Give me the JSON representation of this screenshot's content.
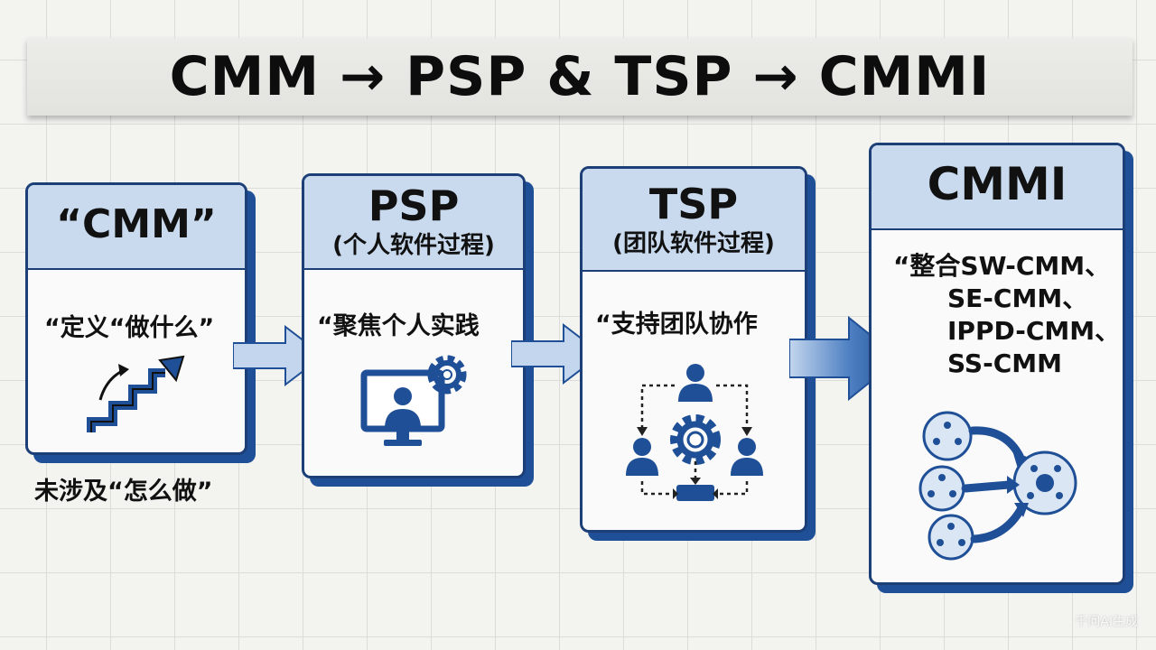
{
  "title": "CMM → PSP & TSP → CMMI",
  "cards": [
    {
      "heading": "“CMM”",
      "subheading": "",
      "text": "“定义“做什么”"
    },
    {
      "heading": "PSP",
      "subheading": "(个人软件过程)",
      "text": "“聚焦个人实践"
    },
    {
      "heading": "TSP",
      "subheading": "(团队软件过程)",
      "text": "“支持团队协作"
    },
    {
      "heading": "CMMI",
      "subheading": "",
      "lines": [
        "“整合SW-CMM、",
        "SE-CMM、",
        "IPPD-CMM、",
        "SS-CMM"
      ]
    }
  ],
  "note": "未涉及“怎么做”",
  "watermark": "千问AI生成",
  "colors": {
    "accent": "#1f4f96",
    "header_fill": "#c9daef",
    "arrow_light": "#c4d6ee",
    "border": "#1c3f78"
  },
  "icons": [
    "growth-stairs-icon",
    "monitor-gear-icon",
    "team-collaboration-icon",
    "integration-network-icon"
  ]
}
